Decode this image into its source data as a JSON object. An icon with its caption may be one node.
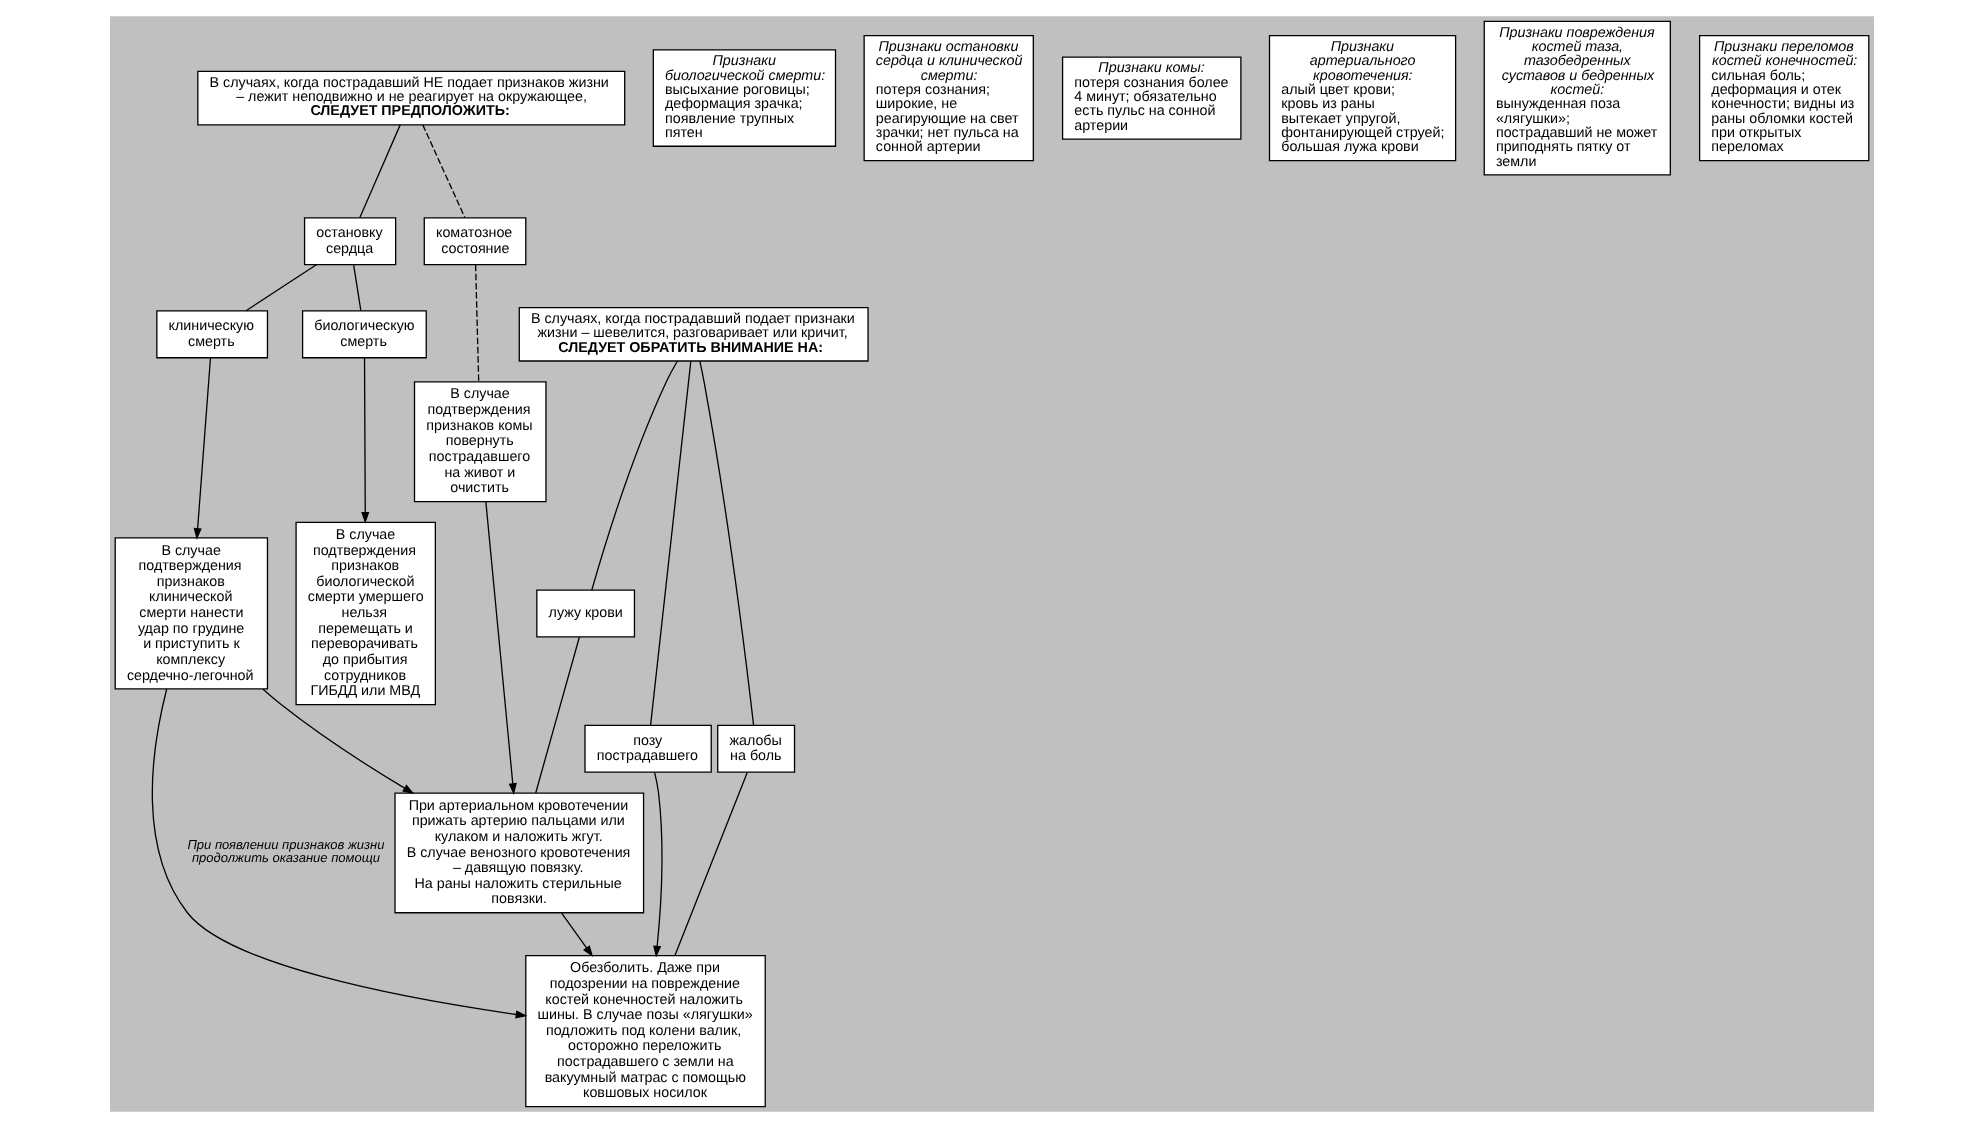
{
  "diagram": {
    "nodes": [
      {
        "text": [
          "В случаях, когда пострадавший НЕ подает признаков жизни – лежит неподвижно и не реагирует на окружающее,",
          "СЛЕДУЕТ ПРЕДПОЛОЖИТЬ:"
        ]
      },
      {
        "text": [
          "В случаях, когда пострадавший подает признаки жизни – шевелится, разговаривает или кричит,",
          "СЛЕДУЕТ ОБРАТИТЬ ВНИМАНИЕ НА:"
        ]
      },
      {
        "text": [
          "остановку сердца"
        ]
      },
      {
        "text": [
          "коматозное состояние"
        ]
      },
      {
        "text": [
          "лужу крови"
        ]
      },
      {
        "text": [
          "позу пострадавшего"
        ]
      },
      {
        "text": [
          "жалобы на боль"
        ]
      },
      {
        "text": [
          "биологическую смерть"
        ]
      },
      {
        "text": [
          "клиническую смерть"
        ]
      },
      {
        "text": [
          "В случае подтверждения признаков биологической смерти умершего нельзя перемещать и переворачивать до прибытия сотрудников ГИБДД или МВД"
        ]
      },
      {
        "text": [
          "В случае подтверждения признаков клинической смерти нанести удар по грудине и приступить к комплексу сердечно-легочной"
        ]
      },
      {
        "text": [
          "В случае подтверждения признаков комы повернуть пострадавшего на живот и очистить"
        ]
      },
      {
        "text": [
          "При артериальном кровотечении прижать артерию пальцами или кулаком и наложить жгут.",
          "В случае венозного кровотечения – давящую повязку.",
          "На раны наложить стерильные повязки."
        ]
      },
      {
        "text": [
          "Обезболить. Даже при подозрении на повреждение костей конечностей наложить шины. В случае позы «лягушки» подложить под колени валик, осторожно переложить пострадавшего с земли на вакуумный матрас с помощью ковшовых носилок"
        ]
      },
      {
        "text": [
          "Признаки биологической смерти:",
          "высыхание роговицы; деформация зрачка; появление трупных пятен"
        ]
      },
      {
        "text": [
          "Признаки остановки сердца и клинической смерти:",
          "потеря сознания; широкие, не реагирующие на свет зрачки; нет пульса на сонной артерии"
        ]
      },
      {
        "text": [
          "Признаки комы:",
          "потеря сознания более 4 минут; обязательно есть пульс на сонной артерии"
        ]
      },
      {
        "text": [
          "Признаки артериального кровотечения:",
          "алый цвет крови; кровь из раны вытекает упругой, фонтанирующей струей; большая лужа крови"
        ]
      },
      {
        "text": [
          "Признаки повреждения костей таза, тазобедренных суставов и бедренных костей:",
          "вынужденная поза «лягушки»; пострадавший не может приподнять пятку от земли"
        ]
      },
      {
        "text": [
          "Признаки переломов костей конечностей:",
          "сильная боль; деформация и отек конечности; видны из раны обломки костей при открытых переломах"
        ]
      }
    ],
    "edges": [
      {
        "from": 0,
        "to": 2,
        "arrow": "none"
      },
      {
        "from": 0,
        "to": 3,
        "arrow": "none",
        "style": "dashed"
      },
      {
        "from": 1,
        "to": 4,
        "arrow": "none"
      },
      {
        "from": 1,
        "to": 5,
        "arrow": "none"
      },
      {
        "from": 1,
        "to": 6,
        "arrow": "none"
      },
      {
        "from": 2,
        "to": 7,
        "arrow": "none"
      },
      {
        "from": 2,
        "to": 8,
        "arrow": "none"
      },
      {
        "from": 3,
        "to": 11,
        "arrow": "none",
        "style": "dashed"
      },
      {
        "from": 7,
        "to": 9,
        "arrow": "to"
      },
      {
        "from": 8,
        "to": 10,
        "arrow": "to"
      },
      {
        "from": 4,
        "to": 12,
        "arrow": "none"
      },
      {
        "from": 5,
        "to": 13,
        "arrow": "to"
      },
      {
        "from": 6,
        "to": 13,
        "arrow": "none"
      },
      {
        "from": 11,
        "to": 12,
        "arrow": "to"
      },
      {
        "from": 12,
        "to": 13,
        "arrow": "to"
      },
      {
        "from": 10,
        "to": 12,
        "arrow": "to"
      },
      {
        "from": 10,
        "to": 13,
        "arrow": "to",
        "label": "При появлении признаков жизни продолжить оказание помощи"
      }
    ]
  }
}
